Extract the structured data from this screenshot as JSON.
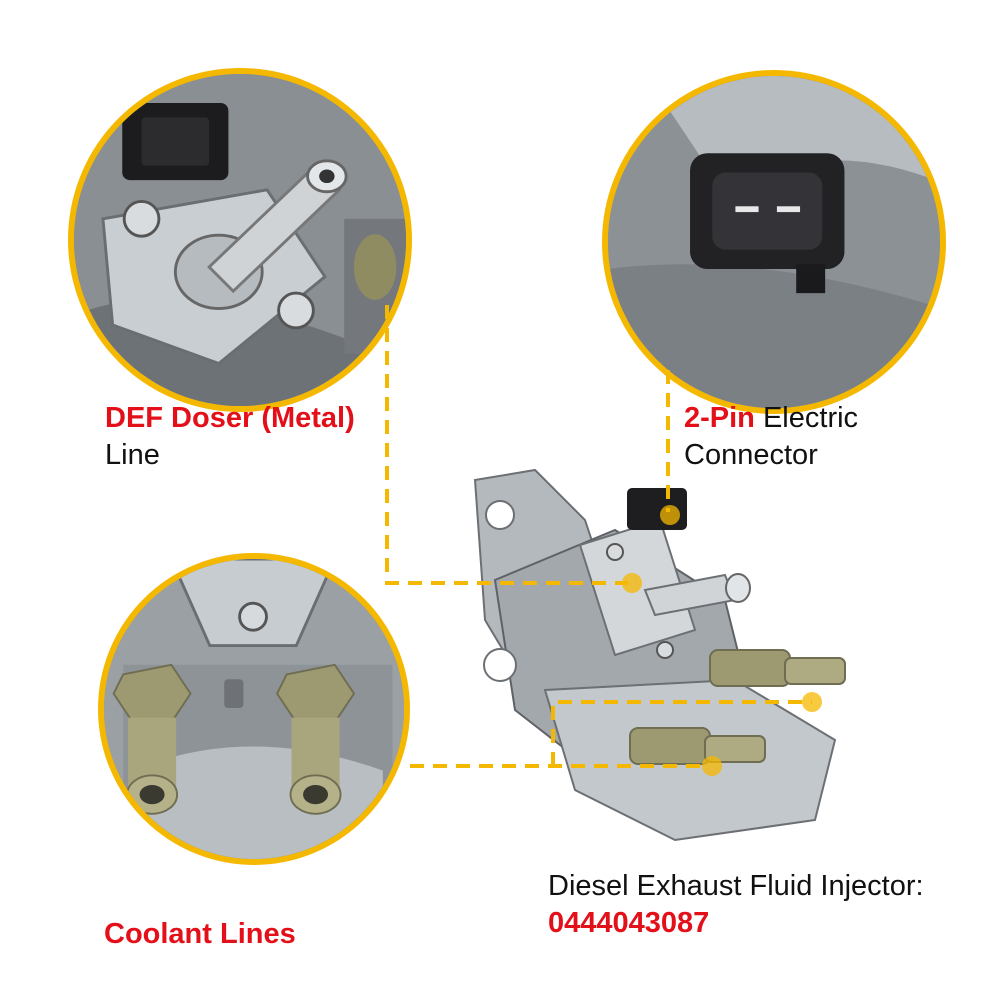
{
  "callouts": {
    "def_doser": {
      "highlight": "DEF Doser (Metal)",
      "text": "Line"
    },
    "connector": {
      "highlight": "2-Pin",
      "text_1": "Electric",
      "text_2": "Connector"
    },
    "coolant": {
      "highlight": "Coolant Lines"
    }
  },
  "product": {
    "name": "Diesel Exhaust Fluid Injector:",
    "part_number": "0444043087"
  },
  "colors": {
    "accent": "#f5b800",
    "highlight": "#e3101a",
    "metal": "#9aa0a5",
    "fitting": "#8c8a6a"
  }
}
